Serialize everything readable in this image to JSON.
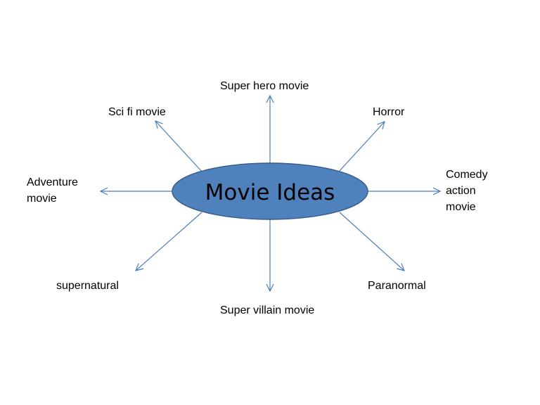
{
  "diagram": {
    "center_label": "Movie Ideas",
    "colors": {
      "ellipse_fill": "#4F81BD",
      "ellipse_stroke": "#385D8A",
      "arrow": "#4A7EBB",
      "background": "#FFFFFF",
      "text": "#000000"
    },
    "ideas": [
      {
        "id": "super-hero",
        "label": "Super hero movie"
      },
      {
        "id": "horror",
        "label": "Horror"
      },
      {
        "id": "comedy-action",
        "label": "Comedy action movie",
        "lines": [
          "Comedy",
          "action",
          "movie"
        ]
      },
      {
        "id": "paranormal",
        "label": "Paranormal"
      },
      {
        "id": "super-villain",
        "label": "Super villain movie"
      },
      {
        "id": "supernatural",
        "label": "supernatural"
      },
      {
        "id": "adventure",
        "label": "Adventure movie",
        "lines": [
          "Adventure",
          "movie"
        ]
      },
      {
        "id": "sci-fi",
        "label": "Sci fi movie"
      }
    ]
  }
}
